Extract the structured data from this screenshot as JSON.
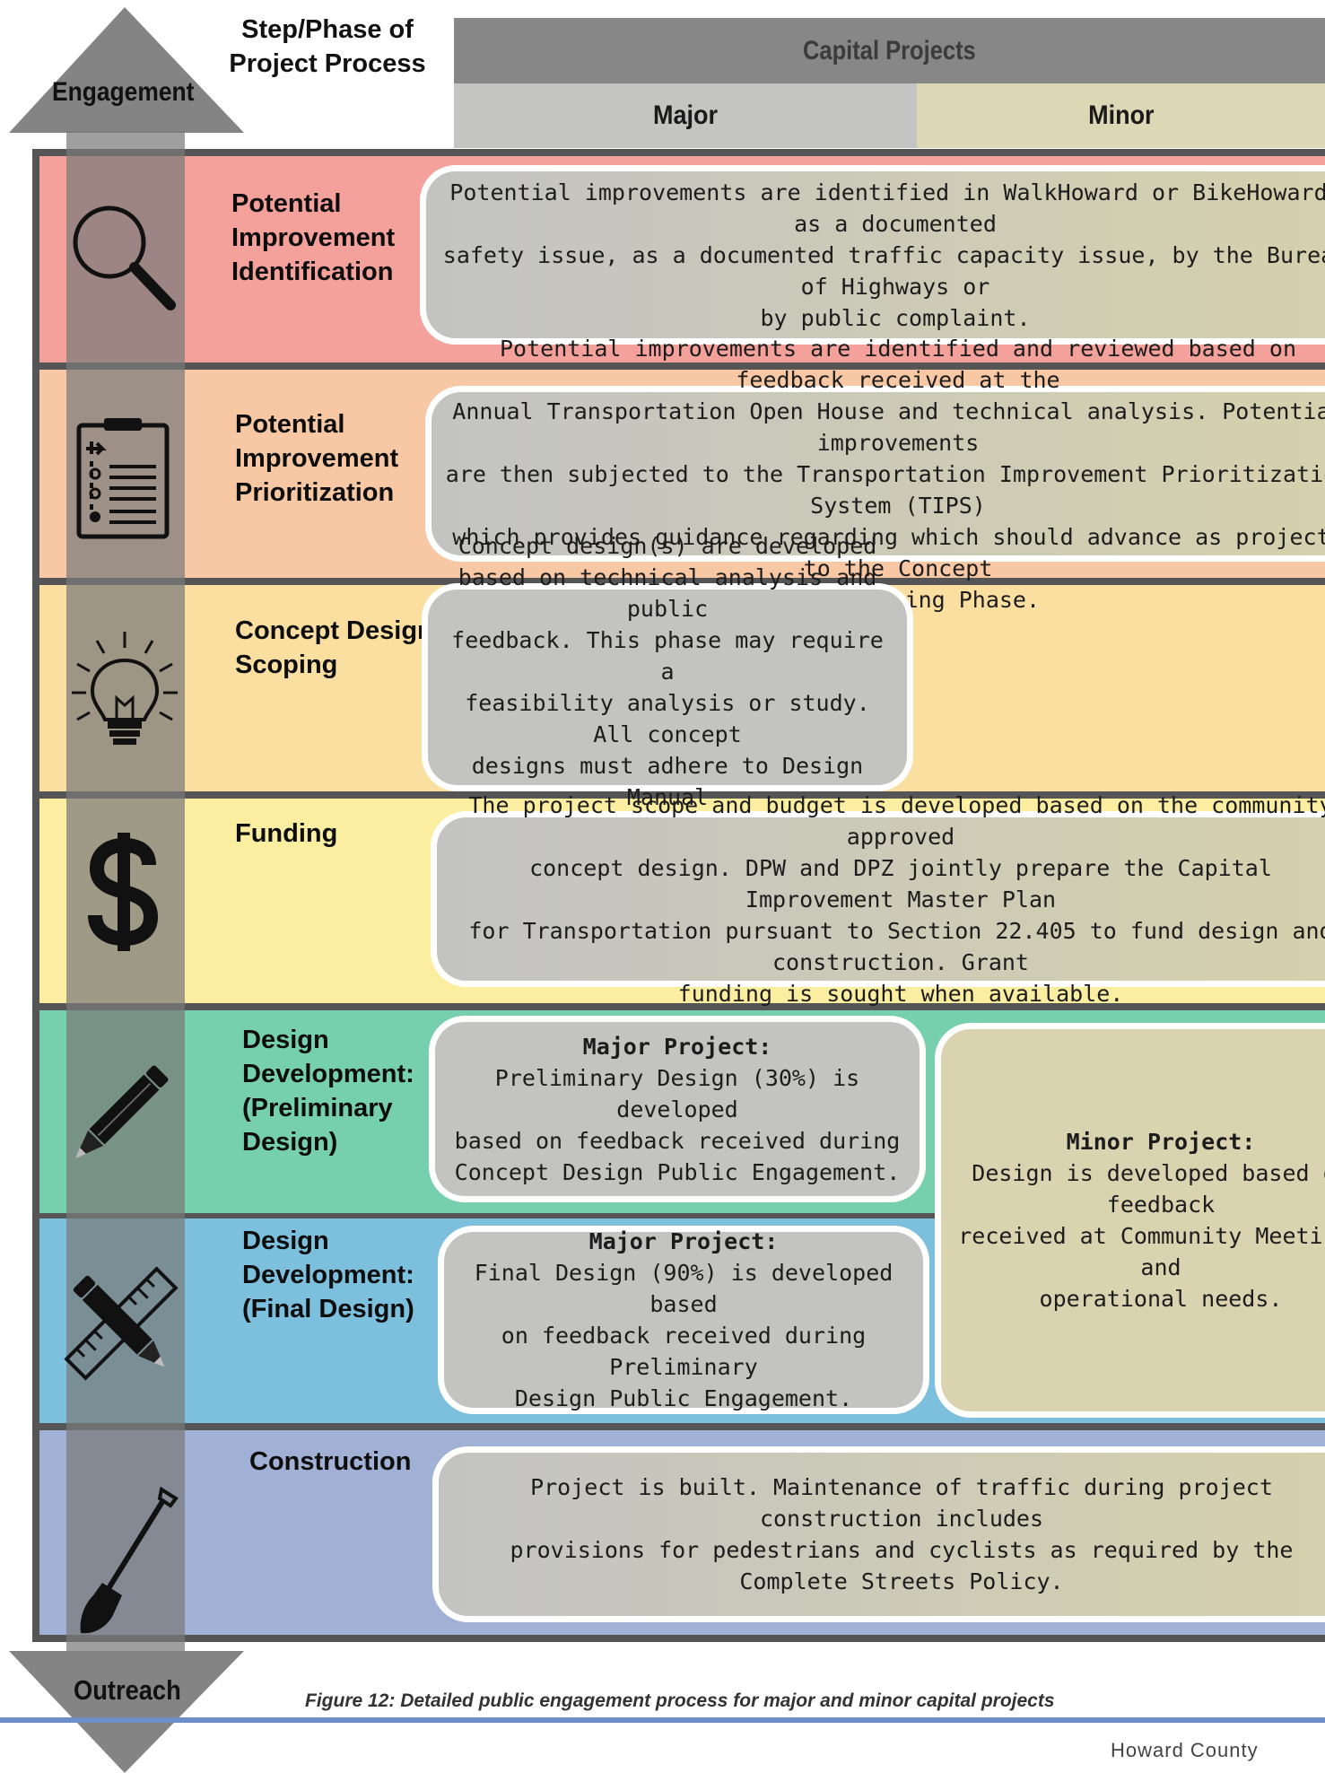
{
  "header": {
    "step_label": "Step/Phase of\nProject Process",
    "capital_label": "Capital Projects",
    "major_label": "Major",
    "minor_label": "Minor"
  },
  "axis": {
    "top_label": "Engagement",
    "bottom_label": "Outreach"
  },
  "colors": {
    "identification": "#f5a19b",
    "prioritization": "#f8c8a4",
    "concept": "#fbdfa1",
    "funding": "#fbeea0",
    "preliminary": "#76cfae",
    "final": "#7cc0de",
    "construction": "#a1b0d5",
    "capital_header": "#878787",
    "major_header": "#c4c4c3",
    "minor_header": "#dcd7b4"
  },
  "phases": {
    "identification": {
      "label": "Potential\nImprovement\nIdentification",
      "text": "Potential improvements are identified in WalkHoward or BikeHoward, as a documented\nsafety issue, as a documented traffic capacity issue, by the Bureau of Highways or\nby public complaint.",
      "icon": "magnifier-icon"
    },
    "prioritization": {
      "label": "Potential\nImprovement\nPrioritization",
      "text": "Potential improvements are identified and reviewed based on feedback received at the\nAnnual Transportation Open House and technical analysis. Potential improvements\nare then subjected to the Transportation Improvement Prioritization System (TIPS)\nwhich provides guidance regarding which should advance as projects to the Concept\nDesign/Scoping Phase.",
      "icon": "clipboard-icon"
    },
    "concept": {
      "label": "Concept Design/\nScoping",
      "text": "Concept design(s) are developed\nbased on technical analysis and public\nfeedback. This phase may require a\nfeasibility analysis or study. All concept\ndesigns must adhere to Design Manual\nstandards and guidance.",
      "icon": "lightbulb-icon"
    },
    "funding": {
      "label": "Funding",
      "text": "The project scope and budget is developed based on the community approved\nconcept design. DPW and DPZ jointly prepare the Capital Improvement Master Plan\nfor Transportation pursuant to Section 22.405 to fund design and construction. Grant\nfunding is sought when available.",
      "icon": "dollar-icon"
    },
    "preliminary": {
      "label": "Design\nDevelopment:\n(Preliminary\nDesign)",
      "title": "Major Project:",
      "text": "Preliminary Design (30%) is developed\nbased on feedback received during\nConcept Design Public Engagement.",
      "icon": "pencil-icon"
    },
    "final": {
      "label": "Design\nDevelopment:\n(Final Design)",
      "title": "Major Project:",
      "text": "Final Design (90%) is developed based\non feedback received during Preliminary\nDesign Public Engagement.",
      "icon": "pencil-ruler-icon"
    },
    "minor": {
      "title": "Minor Project:",
      "text": "Design is developed based on feedback\nreceived at Community Meetings and\noperational needs."
    },
    "construction": {
      "label": "Construction",
      "text": "Project is built. Maintenance of traffic during project construction includes\nprovisions for pedestrians and cyclists as required by the Complete Streets Policy.",
      "icon": "shovel-icon"
    }
  },
  "caption": "Figure 12: Detailed public engagement process for major and minor capital projects",
  "footer": "Howard County"
}
